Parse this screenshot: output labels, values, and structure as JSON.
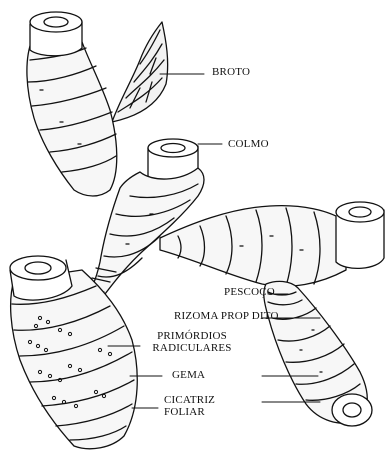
{
  "labels": {
    "broto": "BROTO",
    "colmo": "COLMO",
    "pescoco": "PESCOÇO",
    "rizoma": "RIZOMA PROP DITO",
    "primordios_1": "PRIMÓRDIOS",
    "primordios_2": "RADICULARES",
    "gema": "GEMA",
    "cicatriz_1": "CICATRIZ",
    "cicatriz_2": "FOLIAR"
  }
}
